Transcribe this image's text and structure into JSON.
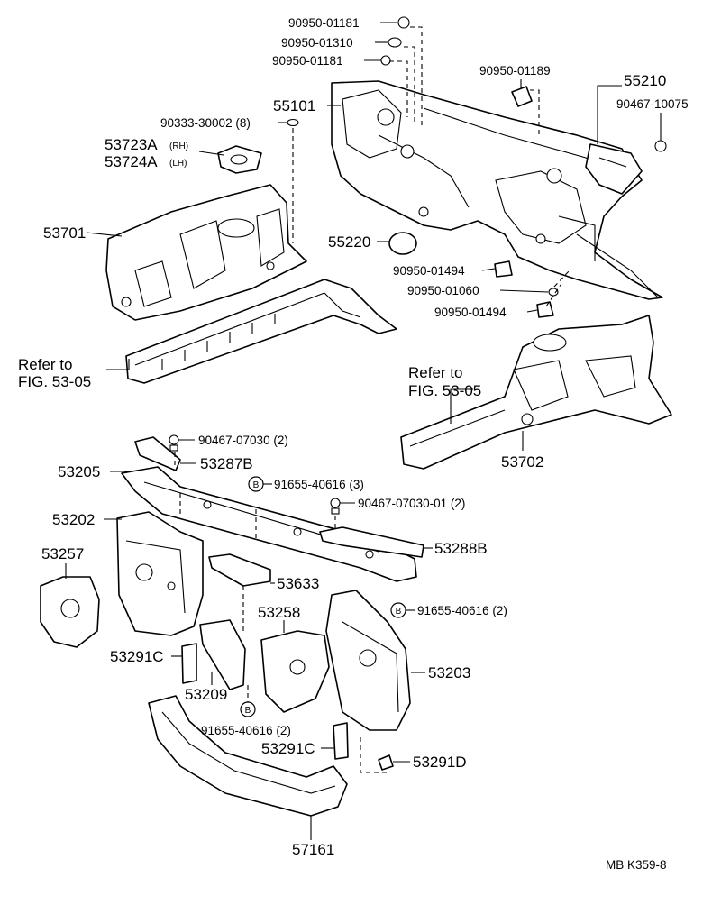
{
  "labels": {
    "p90950_01181_a": "90950-01181",
    "p90950_01310": "90950-01310",
    "p90950_01181_b": "90950-01181",
    "p90950_01189": "90950-01189",
    "p55210": "55210",
    "p90467_10075": "90467-10075",
    "p55101": "55101",
    "p90333_30002": "90333-30002 (8)",
    "p53723A": "53723A",
    "p53723A_side": "(RH)",
    "p53724A": "53724A",
    "p53724A_side": "(LH)",
    "p53701": "53701",
    "p55220": "55220",
    "p90950_01494_a": "90950-01494",
    "p90950_01060": "90950-01060",
    "p90950_01494_b": "90950-01494",
    "refer_left_1": "Refer to",
    "refer_left_2": "FIG. 53-05",
    "refer_right_1": "Refer to",
    "refer_right_2": "FIG. 53-05",
    "p53702": "53702",
    "p90467_07030": "90467-07030 (2)",
    "p53205": "53205",
    "p53287B": "53287B",
    "p91655_40616_3": "91655-40616 (3)",
    "p90467_07030_01": "90467-07030-01 (2)",
    "p53202": "53202",
    "p53288B": "53288B",
    "p53257": "53257",
    "p53633": "53633",
    "p53258": "53258",
    "p91655_40616_2a": "91655-40616 (2)",
    "p53291C_a": "53291C",
    "p53203": "53203",
    "p53209": "53209",
    "p91655_40616_2b": "91655-40616 (2)",
    "p53291C_b": "53291C",
    "p53291D": "53291D",
    "p57161": "57161",
    "marker_b": "B",
    "footer": "MB  K359-8"
  }
}
